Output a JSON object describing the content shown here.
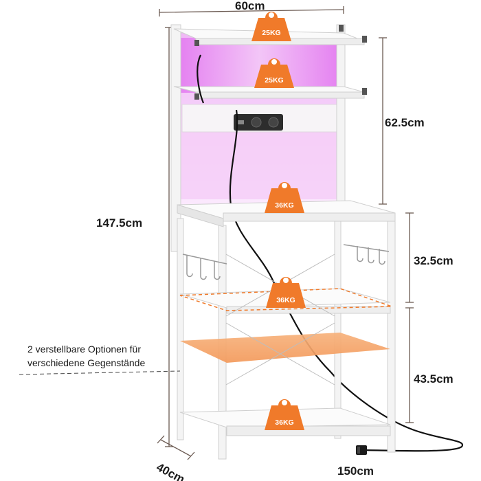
{
  "dimensions": {
    "width": "60cm",
    "depth": "40cm",
    "total_height": "147.5cm",
    "hutch_height": "62.5cm",
    "upper_gap": "32.5cm",
    "lower_gap": "43.5cm",
    "cable_length": "150cm"
  },
  "weights": {
    "top_shelf": "25KG",
    "second_shelf": "25KG",
    "tabletop": "36KG",
    "middle_shelf": "36KG",
    "bottom_shelf": "36KG"
  },
  "note": {
    "line1": "2 verstellbare Optionen für",
    "line2": "verschiedene Gegenstände"
  },
  "colors": {
    "led_glow": "#e87cf2",
    "weight_tag": "#f07a2a",
    "adjustable_shelf": "#f5a66b",
    "frame": "#f4f4f4",
    "dimension_line": "#6b5a52"
  }
}
